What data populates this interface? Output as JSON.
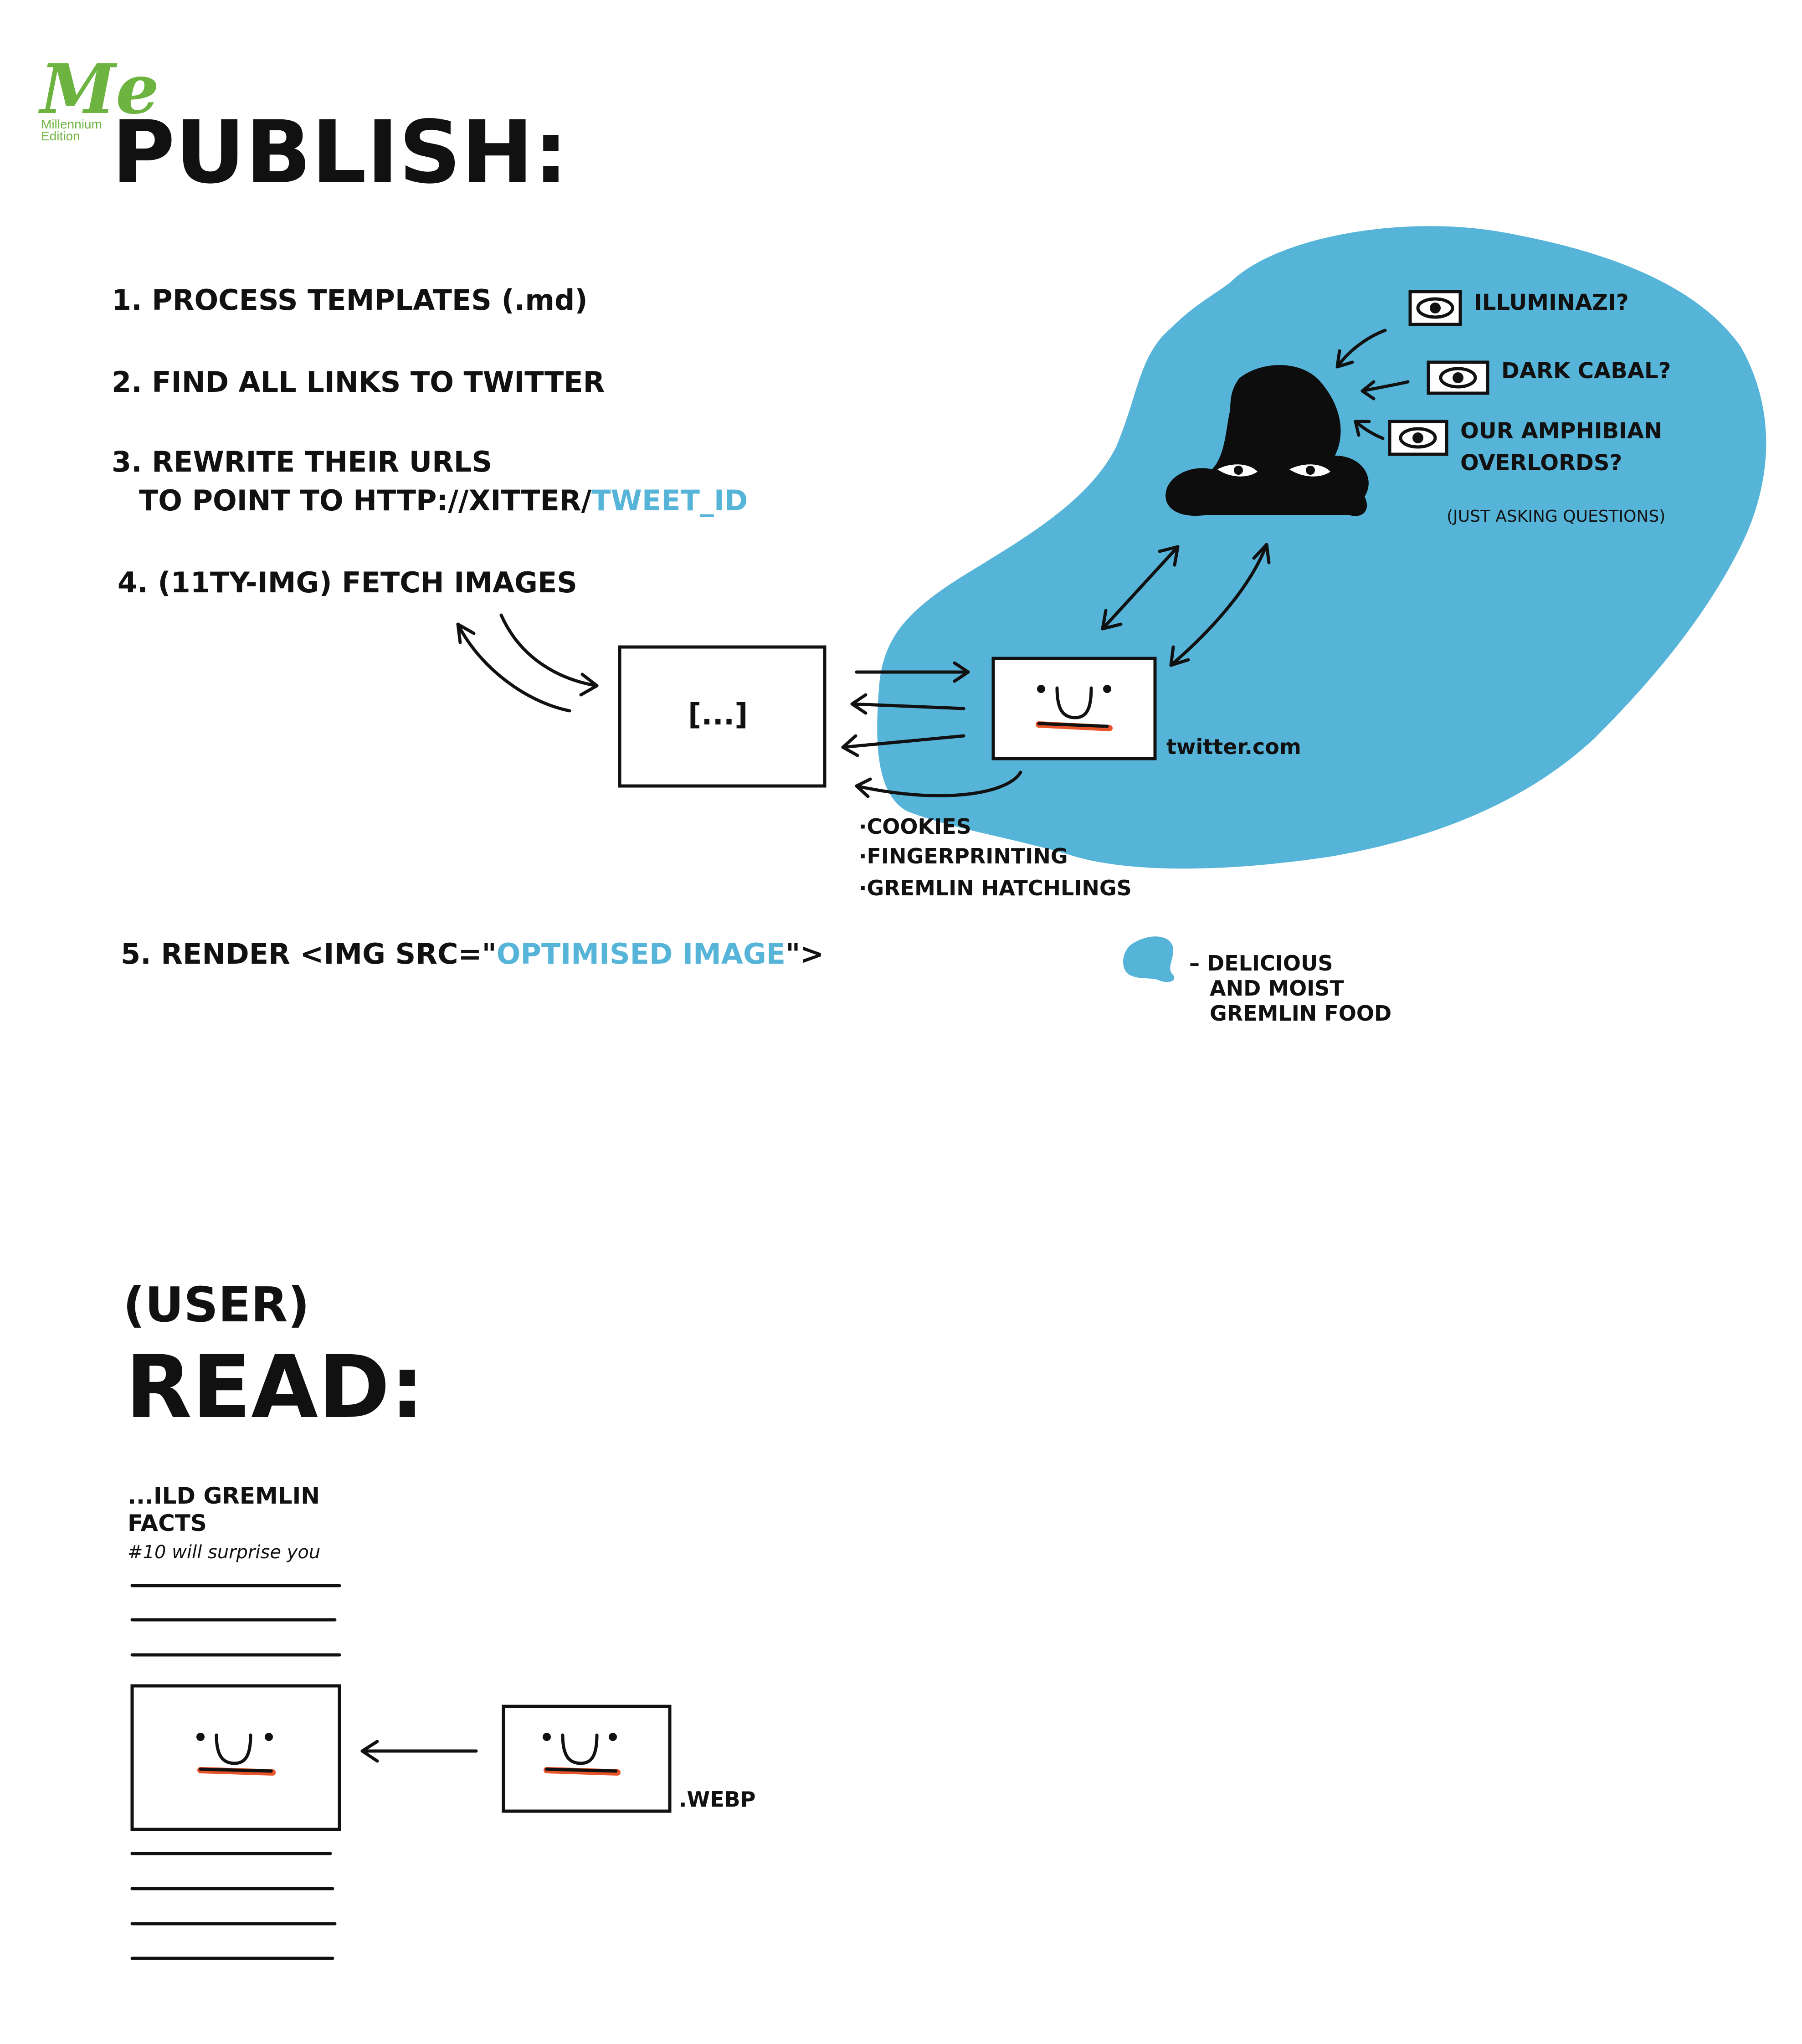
{
  "logo": {
    "text": "Me",
    "sub_line_1": "Millennium",
    "sub_line_2": "Edition",
    "color": "#6db33f"
  },
  "publish": {
    "title": "PUBLISH:",
    "steps": {
      "s1": "1. PROCESS  TEMPLATES  (.md)",
      "s2": "2. FIND  ALL  LINKS  TO  TWITTER",
      "s3_line1": "3. REWRITE  THEIR  URLS",
      "s3_line2_prefix": "TO  POINT  TO  HTTP://XITTER/",
      "s3_line2_highlight": "TWEET_ID",
      "s4": "4. (11TY-IMG)  FETCH  IMAGES",
      "s5_prefix": "5. RENDER  <IMG  SRC=\"",
      "s5_highlight": "OPTIMISED IMAGE",
      "s5_suffix": "\">"
    }
  },
  "diagram": {
    "local_box_label": "[...]",
    "twitter_label": "twitter.com",
    "side_effects": [
      "·COOKIES",
      "·FINGERPRINTING",
      "·GREMLIN  HATCHLINGS"
    ],
    "conspiracies": [
      {
        "label": "ILLUMINAZI?"
      },
      {
        "label": "DARK CABAL?"
      },
      {
        "label_line1": "OUR  AMPHIBIAN",
        "label_line2": "OVERLORDS?"
      }
    ],
    "just_asking": "(JUST  ASKING  QUESTIONS)",
    "legend_line1": "– DELICIOUS",
    "legend_line2": "AND  MOIST",
    "legend_line3": "GREMLIN  FOOD"
  },
  "read": {
    "user_label": "(USER)",
    "title": "READ:",
    "article_title_line1": "...ILD  GREMLIN",
    "article_title_line2": "FACTS",
    "article_subtitle": "#10 will surprise you",
    "file_label": ".WEBP"
  },
  "colors": {
    "blob": "#56b4d9",
    "highlight": "#56b4d9",
    "user": "#f5c93e",
    "mouth": "#e8542a",
    "ink": "#111111"
  },
  "icons": [
    "eye-icon",
    "hooded-figure-icon",
    "smiley-face-icon",
    "arrow-icon"
  ]
}
